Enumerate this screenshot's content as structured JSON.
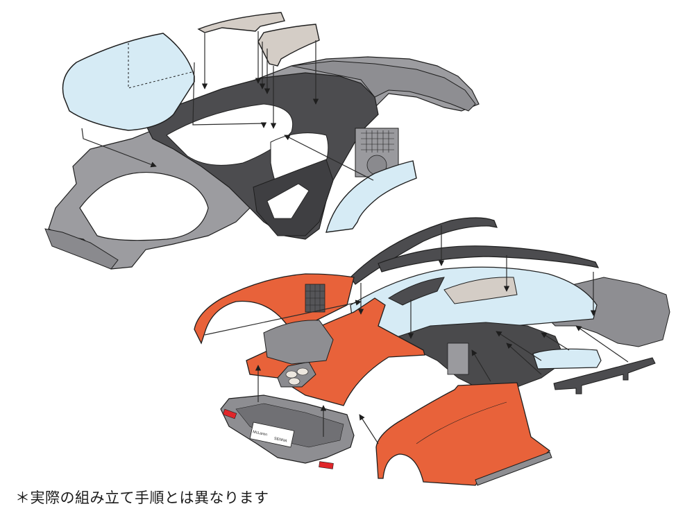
{
  "diagram": {
    "type": "exploded-view assembly illustration",
    "subject": "McLaren Senna model kit body shell",
    "colors": {
      "chassis_dark": "#4a4a4c",
      "chassis_mid": "#7c7c80",
      "chassis_light": "#a9a9ad",
      "glass": "#d6ebf5",
      "roof_panel": "#d4cdc6",
      "body_orange": "#e8623a",
      "taillight_red": "#e0262a",
      "outline": "#1e1e1e",
      "arrow": "#2a2a2a"
    },
    "groups": [
      {
        "name": "upper-assembly",
        "parts": [
          "windshield",
          "roof-panel-left",
          "roof-panel-right",
          "inner-chassis-frame",
          "side-window-glass"
        ]
      },
      {
        "name": "lower-assembly",
        "parts": [
          "roof-rail-left",
          "roof-rail-right",
          "front-bodywork",
          "rear-diffuser",
          "rear-fender",
          "rear-quarter-glass",
          "rear-spoiler-bar",
          "engine-bay-frame"
        ]
      }
    ],
    "badge": {
      "brand": "McLaren",
      "model": "SENNA"
    }
  },
  "caption": {
    "text": "＊実際の組み立て手順とは異なります"
  }
}
